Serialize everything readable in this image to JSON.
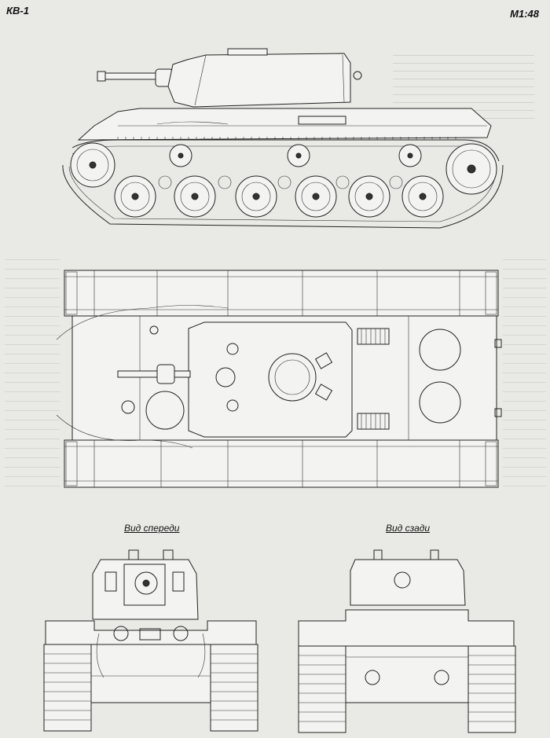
{
  "header": {
    "title": "КВ-1",
    "scale": "М1:48"
  },
  "views": {
    "front_label": "Вид спереди",
    "rear_label": "Вид сзади"
  },
  "icons": {
    "side_view": "tank-side-elevation-drawing",
    "top_view": "tank-top-plan-drawing",
    "front_view": "tank-front-elevation-drawing",
    "rear_view": "tank-rear-elevation-drawing"
  },
  "colors": {
    "paper": "#e9e9e6",
    "ink": "#222222"
  }
}
